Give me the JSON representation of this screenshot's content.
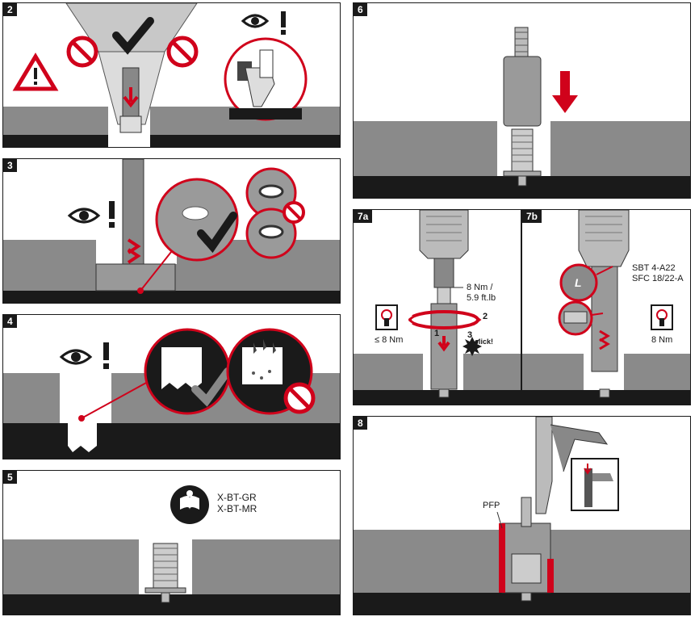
{
  "panels": {
    "p2": {
      "number": "2"
    },
    "p3": {
      "number": "3"
    },
    "p4": {
      "number": "4"
    },
    "p5": {
      "number": "5",
      "fastener_line1": "X-BT-GR",
      "fastener_line2": "X-BT-MR"
    },
    "p6": {
      "number": "6"
    },
    "p7a": {
      "number": "7a",
      "torque_line1": "8 Nm /",
      "torque_line2": "5.9 ft.lb",
      "step1": "1",
      "step2": "2",
      "step3": "3",
      "click": "click!",
      "tinst_label": "≤ 8 Nm"
    },
    "p7b": {
      "number": "7b",
      "tool_line1": "SBT 4-A22",
      "tool_line2": "SFC 18/22-A",
      "setting": "L",
      "tinst_label": "8 Nm"
    },
    "p8": {
      "number": "8",
      "pfp_label": "PFP"
    }
  },
  "colors": {
    "accent_red": "#d0021b",
    "ground_gray": "#8a8a8a",
    "dark": "#1a1a1a"
  }
}
